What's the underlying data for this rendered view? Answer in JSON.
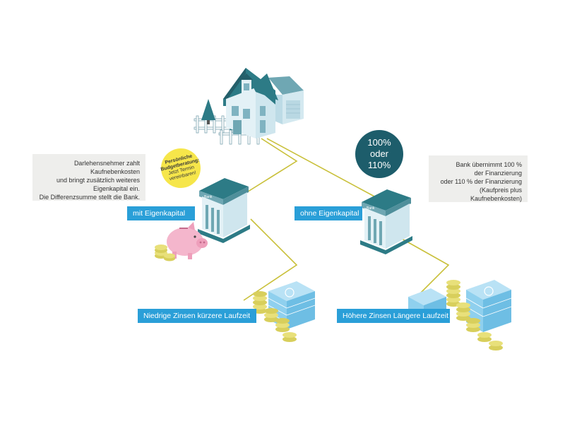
{
  "left_note": {
    "lines": [
      "Darlehensnehmer zahlt  Kaufnebenkosten",
      "und bringt zusätzlich weiteres",
      "Eigenkapital ein.",
      "Die Differenzsumme stellt die Bank."
    ]
  },
  "right_note": {
    "lines": [
      "Bank übernimmt 100 %",
      "der Finanzierung",
      "oder 110 % der Finanzierung",
      "(Kaufpreis plus Kaufnebenkosten)"
    ]
  },
  "bubble": {
    "line1": "100%",
    "line2": "oder",
    "line3": "110%"
  },
  "advice_tag": {
    "title_1": "Persönliche",
    "title_2": "Budgetberatung:",
    "text_1": "Jetzt Termin",
    "text_2": "vereinbaren!"
  },
  "bank_sign": "Bank",
  "labels": {
    "with_equity": "mit Eigenkapital",
    "without_equity": "ohne Eigenkapital",
    "low_interest": "Niedrige Zinsen kürzere Laufzeit",
    "high_interest": "Höhere Zinsen Längere Laufzeit"
  },
  "colors": {
    "label_blue": "#2a9fd8",
    "bubble_teal": "#1d5d6b",
    "tag_yellow": "#f6e64a",
    "roof_teal": "#2d7b86",
    "wall_light": "#e3f1f6",
    "money_blue": "#8fd0ee",
    "coin_yellow": "#e8e07a",
    "piggy_pink": "#f4b6cc",
    "path_line": "#c9c03a"
  },
  "icons": {
    "house": "house-icon",
    "bank": "bank-building-icon",
    "piggy": "piggy-bank-icon",
    "money": "banknote-stack-icon",
    "coins": "coin-stack-icon",
    "tree": "tree-icon"
  }
}
